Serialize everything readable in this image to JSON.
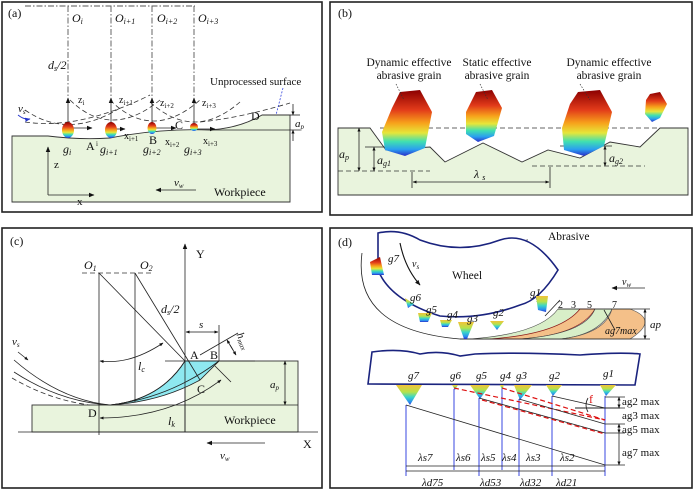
{
  "figure": {
    "panels": {
      "a": {
        "label": "(a)",
        "centers": [
          "O",
          "O",
          "O",
          "O"
        ],
        "center_subs": [
          "i",
          "i+1",
          "i+2",
          "i+3"
        ],
        "radius_label": "d",
        "radius_sub": "s",
        "radius_suffix": "/2",
        "z_axes": [
          "z",
          "z",
          "z",
          "z"
        ],
        "z_subs": [
          "i",
          "i+1",
          "i+2",
          "i+3"
        ],
        "x_axes": [
          "x",
          "x",
          "x"
        ],
        "x_subs": [
          "i+1",
          "i+2",
          "i+3"
        ],
        "grains": [
          "g",
          "g",
          "g",
          "g"
        ],
        "grain_subs": [
          "i",
          "i+1",
          "i+2",
          "i+3"
        ],
        "points": [
          "A",
          "B",
          "C",
          "D"
        ],
        "point_i": "i",
        "unprocessed": "Unprocessed surface",
        "depth": "a",
        "depth_sub": "p",
        "wheel_speed": "v",
        "wheel_speed_sub": "s",
        "work_speed": "v",
        "work_speed_sub": "w",
        "workpiece": "Workpiece",
        "axis_z": "z",
        "axis_x": "x"
      },
      "b": {
        "label": "(b)",
        "grain_label_1_l1": "Dynamic effective",
        "grain_label_1_l2": "abrasive grain",
        "grain_label_2_l1": "Static effective",
        "grain_label_2_l2": "abrasive grain",
        "grain_label_3_l1": "Dynamic effective",
        "grain_label_3_l2": "abrasive grain",
        "depth": "a",
        "depth_sub": "p",
        "ag1": "a",
        "ag1_sub": "g1",
        "ag2": "a",
        "ag2_sub": "g2",
        "spacing": "λ",
        "spacing_sub": "s"
      },
      "c": {
        "label": "(c)",
        "axis_y": "Y",
        "axis_x": "X",
        "o1": "O",
        "o1_sub": "1",
        "o2": "O",
        "o2_sub": "2",
        "radius": "d",
        "radius_sub": "s",
        "radius_suffix": "/2",
        "s": "s",
        "hmax": "h",
        "hmax_sub": "max",
        "points": [
          "A",
          "B",
          "C",
          "D"
        ],
        "lc": "l",
        "lc_sub": "c",
        "lk": "l",
        "lk_sub": "k",
        "depth": "a",
        "depth_sub": "p",
        "wheel_speed": "v",
        "wheel_speed_sub": "s",
        "work_speed": "v",
        "work_speed_sub": "w",
        "workpiece": "Workpiece"
      },
      "d": {
        "label": "(d)",
        "abrasive": "Abrasive",
        "wheel": "Wheel",
        "wheel_speed": "v",
        "wheel_speed_sub": "s",
        "work_speed": "v",
        "work_speed_sub": "w",
        "top_grains": [
          "g7",
          "g6",
          "g5",
          "g4",
          "g3",
          "g2",
          "g1"
        ],
        "chip_numbers": [
          "2",
          "3",
          "5",
          "7"
        ],
        "ag7max_top": "ag7max",
        "ap": "ap",
        "bottom_grains": [
          "g7",
          "g6",
          "g5",
          "g4",
          "g3",
          "g2",
          "g1"
        ],
        "angle": "f",
        "ag_max": [
          "ag2 max",
          "ag3 max",
          "ag5 max",
          "ag7 max"
        ],
        "lambda_s": [
          "λs7",
          "λs6",
          "λs5",
          "λs4",
          "λs3",
          "λs2"
        ],
        "lambda_d": [
          "λd75",
          "λd53",
          "λd32",
          "λd21"
        ]
      }
    },
    "colors": {
      "workpiece_fill": "#e9f4dd",
      "chip_fill": "#8ee8f0",
      "wheel_outline": "#1a237e",
      "chip_orange": "#f4c089",
      "chip_green": "#d8eec8",
      "grain_lines": "#3344dd",
      "trajectory_red": "#dd1111",
      "unprocessed_pointer": "#3344dd"
    }
  }
}
